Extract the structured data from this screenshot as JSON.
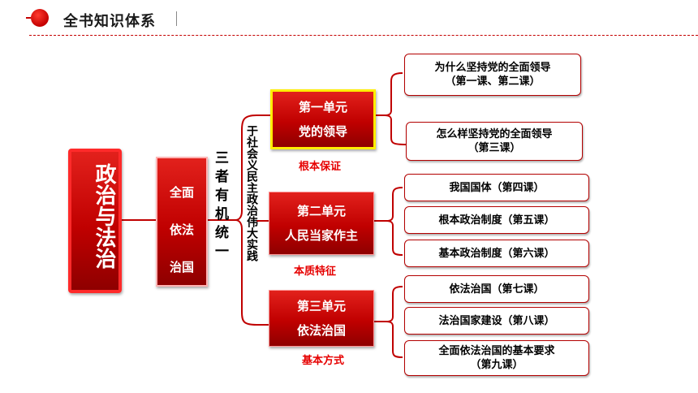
{
  "header": {
    "title": "全书知识体系"
  },
  "root": {
    "label": "政治与法治"
  },
  "core": {
    "line1": "全面",
    "line2": "依法",
    "line3": "治国"
  },
  "unity": {
    "text": "三者有机统一"
  },
  "purpose": {
    "text": "于社会义民主政治伟大实践"
  },
  "units": [
    {
      "line1": "第一单元",
      "line2": "党的领导",
      "caption": "根本保证"
    },
    {
      "line1": "第二单元",
      "line2": "人民当家作主",
      "caption": "本质特征"
    },
    {
      "line1": "第三单元",
      "line2": "依法治国",
      "caption": "基本方式"
    }
  ],
  "leaves": [
    {
      "line1": "为什么坚持党的全面领导",
      "line2": "（第一课、第二课）"
    },
    {
      "line1": "怎么样坚持党的全面领导",
      "line2": "（第三课）"
    },
    {
      "line1": "我国国体（第四课）"
    },
    {
      "line1": "根本政治制度（第五课）"
    },
    {
      "line1": "基本政治制度（第六课）"
    },
    {
      "line1": "依法治国（第七课）"
    },
    {
      "line1": "法治国家建设（第八课）"
    },
    {
      "line1": "全面依法治国的基本要求",
      "line2": "（第九课）"
    }
  ],
  "colors": {
    "accent": "#c00000",
    "highlight": "#ffee00"
  }
}
